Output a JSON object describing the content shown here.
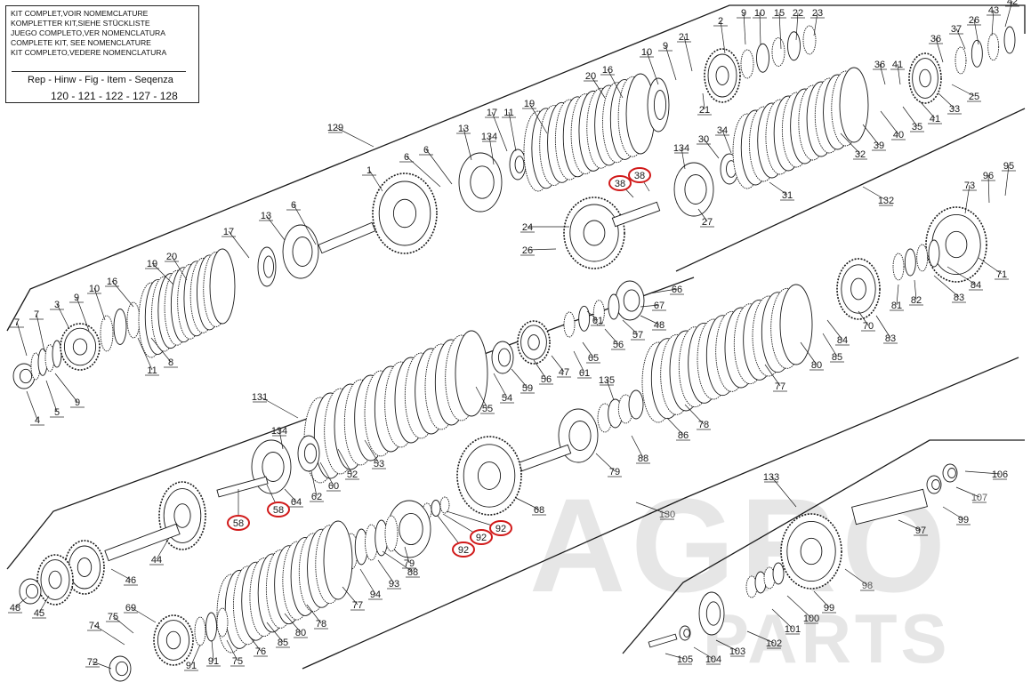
{
  "kit_note": {
    "lines": [
      "KIT COMPLET,VOIR NOMEMCLATURE",
      "KOMPLETTER KIT,SIEHE STÜCKLISTE",
      "JUEGO COMPLETO,VER NOMENCLATURA",
      "COMPLETE KIT, SEE NOMENCLATURE",
      "KIT COMPLETO,VEDERE NOMENCLATURA"
    ],
    "reference_heading": "Rep - Hinw - Fig - Item - Seqenza",
    "reference_numbers": "120 - 121 - 122 - 127 - 128"
  },
  "watermark": {
    "line1": "AGRO",
    "line2": "PARTS"
  },
  "highlighted_callouts": [
    "38",
    "58",
    "92"
  ],
  "group_labels": [
    "129",
    "130",
    "131",
    "132",
    "133"
  ],
  "assembly_top": {
    "name": "129",
    "callouts": [
      "1",
      "2",
      "3",
      "4",
      "5",
      "6",
      "7",
      "8",
      "9",
      "10",
      "11",
      "13",
      "15",
      "16",
      "17",
      "19",
      "20",
      "21",
      "22",
      "23",
      "24",
      "25",
      "26",
      "27",
      "30",
      "31",
      "32",
      "33",
      "34",
      "35",
      "36",
      "37",
      "38",
      "39",
      "40",
      "41",
      "42",
      "43",
      "132",
      "134"
    ]
  },
  "assembly_middle": {
    "callouts": [
      "44",
      "45",
      "46",
      "47",
      "48",
      "52",
      "53",
      "54",
      "55",
      "56",
      "57",
      "58",
      "59",
      "60",
      "61",
      "62",
      "64",
      "65",
      "66",
      "67",
      "70",
      "71",
      "73",
      "77",
      "78",
      "80",
      "81",
      "82",
      "83",
      "84",
      "85",
      "86",
      "88",
      "95",
      "96",
      "131",
      "134",
      "135"
    ]
  },
  "assembly_bottom": {
    "callouts": [
      "68",
      "69",
      "72",
      "74",
      "75",
      "76",
      "77",
      "78",
      "79",
      "80",
      "85",
      "88",
      "91",
      "92",
      "93",
      "94",
      "130"
    ]
  },
  "assembly_shaft": {
    "callouts": [
      "97",
      "98",
      "99",
      "100",
      "101",
      "102",
      "103",
      "104",
      "105",
      "106",
      "107",
      "133"
    ]
  },
  "colors": {
    "ink": "#1a1a1a",
    "highlight": "#d11a1a",
    "watermark": "#e6e6e6",
    "link_label": "#555555"
  }
}
